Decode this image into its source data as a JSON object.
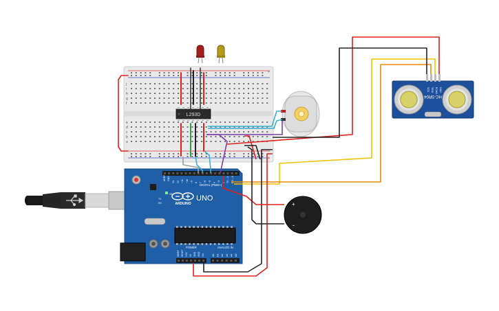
{
  "chip": {
    "label": "L293D"
  },
  "arduino": {
    "brand": "ARDUINO",
    "model": "UNO",
    "header_digital": "DIGITAL (PWM~)",
    "header_power": "POWER",
    "header_analog": "ANALOG IN",
    "aref": "AREF",
    "gnd": "GND",
    "tx": "TX",
    "rx": "RX",
    "on": "ON",
    "digital_pins": [
      "13",
      "12",
      "~11",
      "~10",
      "~9",
      "8",
      "7",
      "~6",
      "~5",
      "4",
      "~3",
      "2",
      "TX→1",
      "RX←0"
    ],
    "power_pins": [
      "IOREF",
      "RESET",
      "3.3V",
      "5V",
      "GND",
      "GND",
      "Vin"
    ],
    "analog_pins": [
      "A0",
      "A1",
      "A2",
      "A3",
      "A4",
      "A5"
    ]
  },
  "sensor": {
    "label": "HC-SR04",
    "pins": [
      "VCC",
      "TRIG",
      "ECHO",
      "GND"
    ]
  },
  "buzzer": {
    "plus": "+",
    "minus": "-"
  },
  "breadboard": {
    "row_letters_top": [
      "j",
      "i",
      "h",
      "g",
      "f"
    ],
    "row_letters_bottom": [
      "e",
      "d",
      "c",
      "b",
      "a"
    ],
    "plus": "+",
    "minus": "-"
  },
  "colors": {
    "red_wire": "#e0201b",
    "black_wire": "#222222",
    "yellow_wire": "#f2c200",
    "orange_wire": "#e88a00",
    "cyan_wire": "#3bb0cf",
    "purple_wire": "#7b3fa8",
    "green_wire": "#2ea043",
    "gray_wire": "#9aa0a6",
    "arduino_blue": "#1f5fa8",
    "sensor_blue": "#1d4f9a"
  }
}
